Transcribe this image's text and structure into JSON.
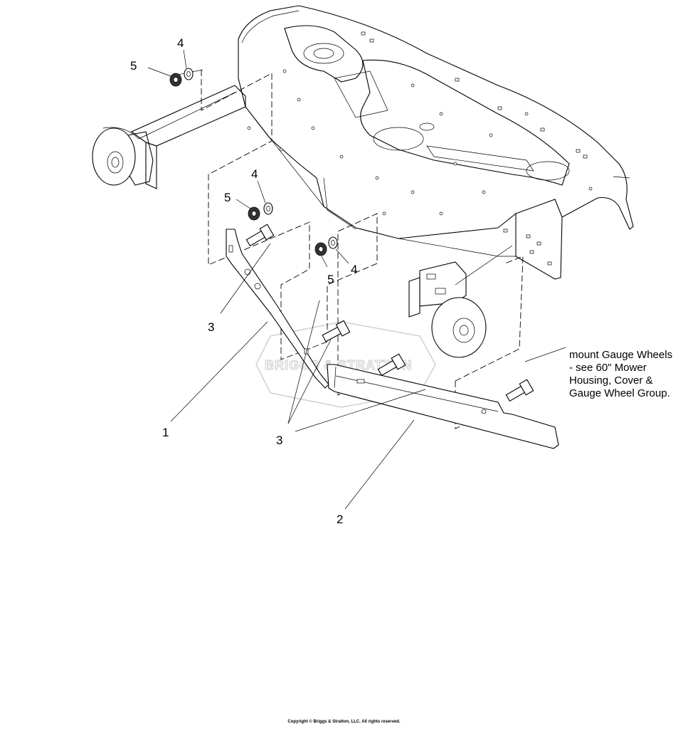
{
  "callouts": {
    "c1": "1",
    "c2": "2",
    "c3a": "3",
    "c3b": "3",
    "c4a": "4",
    "c4b": "4",
    "c4c": "4",
    "c5a": "5",
    "c5b": "5",
    "c5c": "5"
  },
  "note": {
    "line1": "mount Gauge Wheels",
    "line2": "- see 60\" Mower",
    "line3": "Housing, Cover &",
    "line4": "Gauge Wheel Group."
  },
  "watermark": "BRIGGS & STRATTON",
  "copyright": "Copyright © Briggs & Stratton, LLC. All rights reserved."
}
